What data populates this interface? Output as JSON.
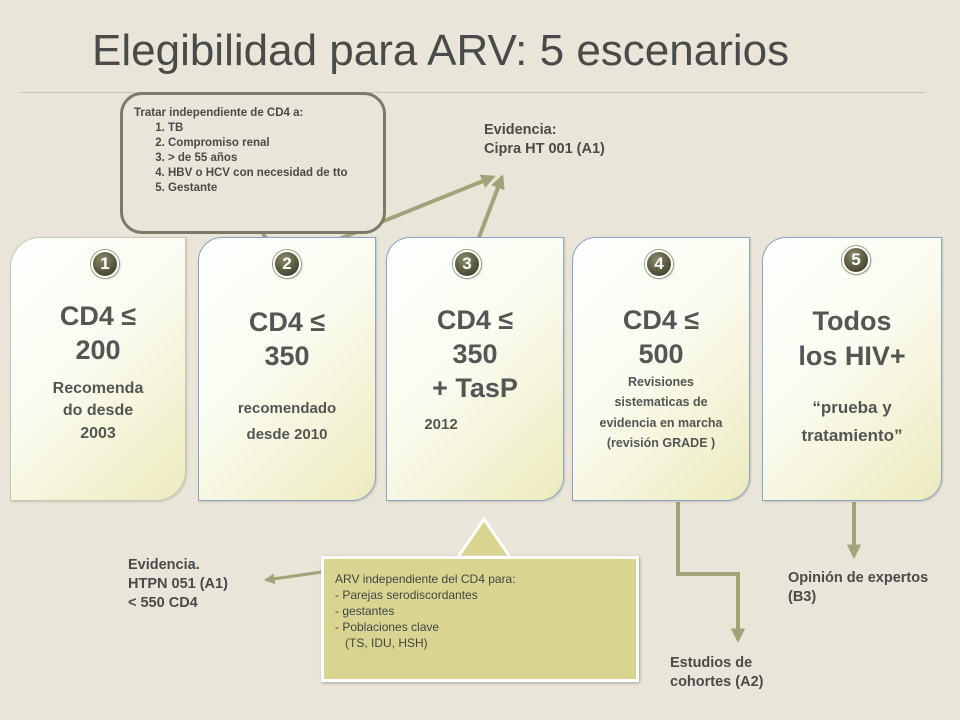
{
  "title": "Elegibilidad para ARV: 5 escenarios",
  "scenarios": [
    {
      "number": "1",
      "main": [
        "CD4 ≤",
        "200"
      ],
      "sub": [
        "Recomenda",
        "do desde",
        "2003"
      ]
    },
    {
      "number": "2",
      "main": [
        "CD4 ≤",
        "350"
      ],
      "sub": [
        "recomendado",
        "desde  2010"
      ]
    },
    {
      "number": "3",
      "main": [
        "CD4 ≤",
        "350",
        "+ TasP"
      ],
      "sub": [
        "2012"
      ]
    },
    {
      "number": "4",
      "main": [
        "CD4 ≤",
        "500"
      ],
      "sub": [
        "Revisiones",
        "sistematicas de",
        "evidencia en marcha",
        "(revisión GRADE )"
      ]
    },
    {
      "number": "5",
      "main": [
        "Todos",
        "los HIV+"
      ],
      "sub": [
        "“prueba y",
        "tratamiento”"
      ]
    }
  ],
  "callout_top": {
    "heading": "Tratar independiente de CD4 a:",
    "items": [
      "TB",
      "Compromiso renal",
      "> de 55 años",
      "HBV o HCV con necesidad de tto",
      "Gestante"
    ]
  },
  "evidence_top": [
    "Evidencia:",
    "Cipra HT 001 (A1)"
  ],
  "callout_bottom": {
    "lines": [
      "ARV independiente del CD4 para:",
      "- Parejas serodiscordantes",
      "- gestantes",
      "- Poblaciones clave",
      "   (TS, IDU, HSH)"
    ]
  },
  "evidence_left": [
    "Evidencia.",
    "HTPN 051 (A1)",
    "< 550 CD4"
  ],
  "cohort_studies": [
    "Estudios de",
    "cohortes (A2)"
  ],
  "expert_opinion": [
    "Opinión de expertos",
    "(B3)"
  ],
  "colors": {
    "arrow": "#a3a37a",
    "card_border": "#8aa3c7",
    "badge": "#55553b",
    "callout_fill": "#d9d590"
  }
}
